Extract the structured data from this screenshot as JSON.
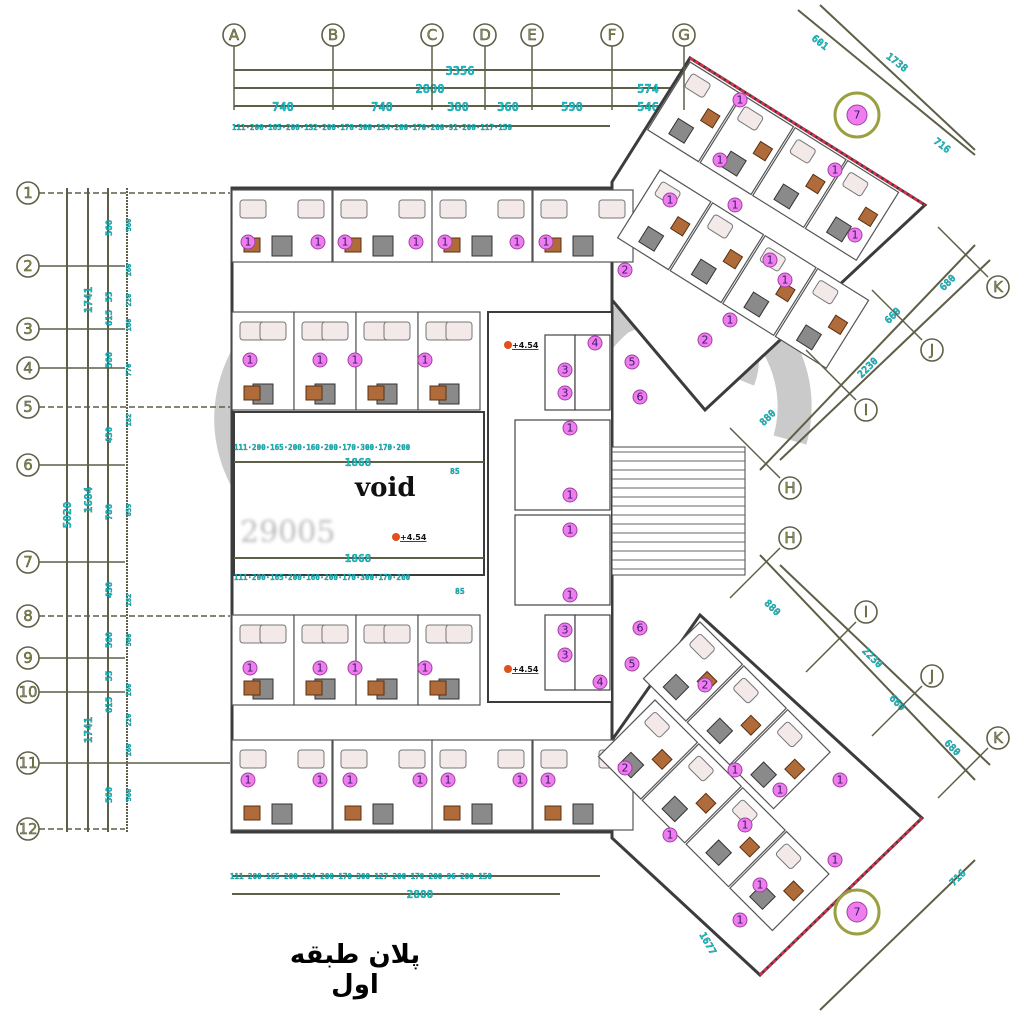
{
  "title": "پلان طبقه اول",
  "void_label": "void",
  "watermark_text": "29005",
  "level_mark": "+4.54",
  "grid": {
    "top": [
      "A",
      "B",
      "C",
      "D",
      "E",
      "F",
      "G"
    ],
    "left": [
      "1",
      "2",
      "3",
      "4",
      "5",
      "6",
      "7",
      "8",
      "9",
      "10",
      "11",
      "12"
    ],
    "right_upper": [
      "H",
      "I",
      "J",
      "K"
    ],
    "right_lower": [
      "H",
      "I",
      "J",
      "K"
    ]
  },
  "dimensions": {
    "top_overall": "3356",
    "top_second": [
      "2800",
      "574"
    ],
    "top_bays": [
      "740",
      "740",
      "380",
      "360",
      "590",
      "546"
    ],
    "top_detail": "111·200·165·200·132·200·170·300·134·200·170·200·91·200·117·150",
    "left_overall": "5020",
    "left_second": [
      "1741",
      "1604",
      "1741"
    ],
    "left_third": [
      "560",
      "55",
      "615",
      "560",
      "430",
      "780",
      "430",
      "560",
      "55",
      "615",
      "560"
    ],
    "left_detail": [
      "560",
      "160",
      "220",
      "160",
      "770",
      "182",
      "659",
      "182",
      "560",
      "160",
      "220",
      "160",
      "560"
    ],
    "void_span": [
      "1868",
      "1868"
    ],
    "void_detail": "111·200·165·200·160·200·170·300·170·200",
    "void_offset": [
      "85",
      "85"
    ],
    "bottom_detail": "111·200·165·200·124·200·170·300·127·200·170·200·96·200·150",
    "bottom_overall": "2800",
    "upper_wing": [
      "2230",
      "880",
      "680",
      "660",
      "1738",
      "601",
      "716"
    ],
    "lower_wing": [
      "2230",
      "880",
      "680",
      "660",
      "1677",
      "716"
    ]
  },
  "room_types": [
    "1",
    "2",
    "3",
    "4",
    "5",
    "6",
    "7"
  ],
  "colors": {
    "dimension": "#19c3c8",
    "wall": "#3c3c3c",
    "tag": "#f07df0",
    "grid": "#5f5f48",
    "watermark": "#bdbdbd",
    "facade": "#d0304a"
  }
}
